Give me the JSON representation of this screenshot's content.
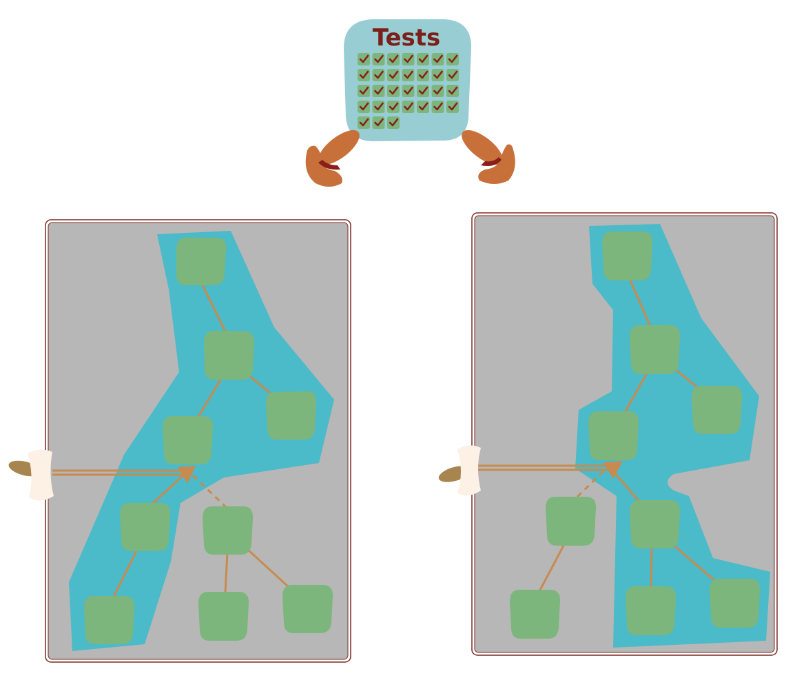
{
  "tests_card": {
    "title": "Tests",
    "test_count": 31,
    "per_row": 7,
    "status": "all-passed"
  },
  "colors": {
    "card_bg": "#98cdd3",
    "title": "#7b1f1a",
    "check_bg": "#7cb67d",
    "check_mark": "#8a1e1a",
    "panel_bg": "#b7b7b7",
    "panel_border": "#7a2a20",
    "highlight": "#4bbac9",
    "node": "#7cb67d",
    "edge": "#c78b4f",
    "hand": "#c8703a",
    "hand_dark": "#8a1e1a",
    "pointer_tip": "#a8844e",
    "pointer_holder": "#fdf1e6"
  },
  "icons": {
    "check": "check-mark-icon",
    "hand": "pointing-hand-icon",
    "pointer": "pointer-probe-icon"
  }
}
